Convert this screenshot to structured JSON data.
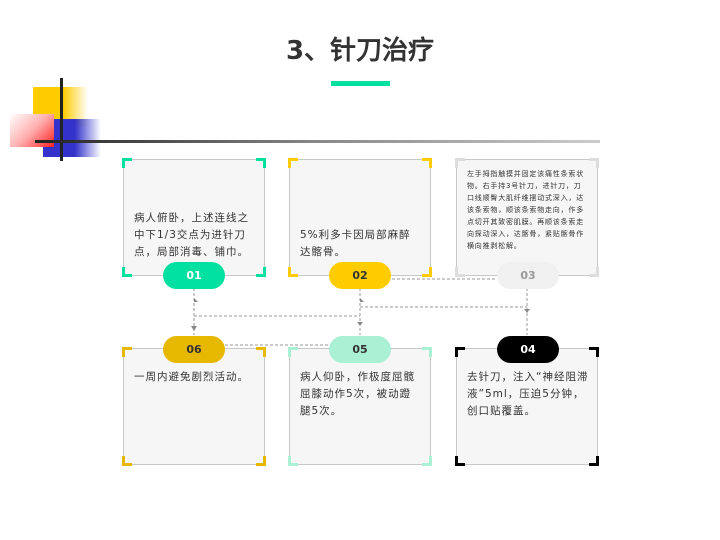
{
  "title": "3、针刀治疗",
  "colors": {
    "accent": "#00e0a0",
    "yellow": "#ffcc00",
    "gold": "#e6b800",
    "mint": "#aaf0d4",
    "black": "#000000",
    "grey": "#dddddd"
  },
  "steps": [
    {
      "num": "01",
      "text": "病人俯卧，上述连线之中下1/3交点为进针刀点，局部消毒、铺巾。"
    },
    {
      "num": "02",
      "text": "5%利多卡因局部麻醉达髂骨。"
    },
    {
      "num": "03",
      "text": "左手拇指触摸并固定该痛性条索状物。右手持3号针刀，进针刀，刀口线顺臀大肌纤维摆动式深入，达该条索物，顺该条索物走向，作多点切开其致密肌膜。再顺该条索走向探动深入，达髂骨，紧贴髂骨作横向推剥松解。"
    },
    {
      "num": "04",
      "text": "去针刀，注入“神经阻滞液”5ml，压迫5分钟，创口贴覆盖。"
    },
    {
      "num": "05",
      "text": "病人仰卧，作极度屈髋屈膝动作5次，被动蹬腿5次。"
    },
    {
      "num": "06",
      "text": "一周内避免剧烈活动。"
    }
  ]
}
